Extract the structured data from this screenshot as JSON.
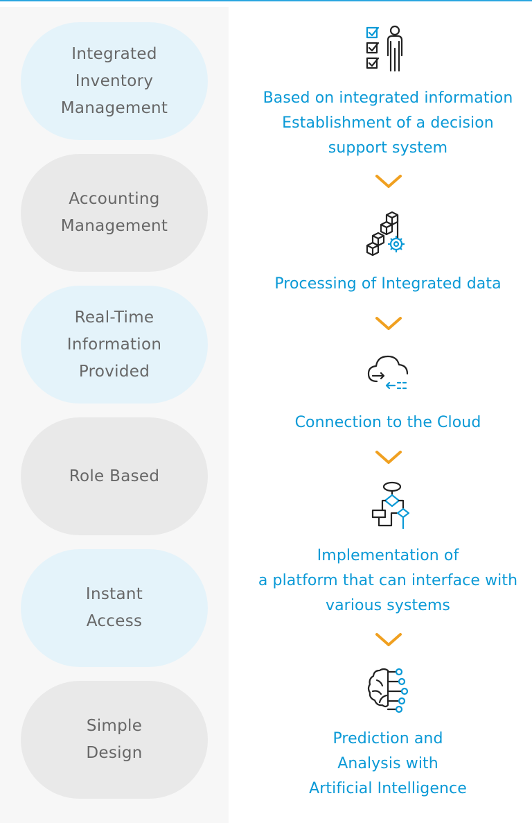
{
  "colors": {
    "accent_blue": "#0a99d6",
    "arrow_orange": "#f0a020",
    "pill_blue": "#e4f3fa",
    "pill_grey": "#e9e9e9",
    "pill_text": "#676767"
  },
  "features": [
    {
      "label": "Integrated\nInventory\nManagement",
      "tone": "blue"
    },
    {
      "label": "Accounting\nManagement",
      "tone": "grey"
    },
    {
      "label": "Real-Time\nInformation\nProvided",
      "tone": "blue"
    },
    {
      "label": "Role Based",
      "tone": "grey"
    },
    {
      "label": "Instant\nAccess",
      "tone": "blue"
    },
    {
      "label": "Simple\nDesign",
      "tone": "grey"
    }
  ],
  "steps": [
    {
      "icon": "checklist-person-icon",
      "text": "Based on integrated information\nEstablishment of a decision\nsupport system"
    },
    {
      "icon": "blocks-gear-icon",
      "text": "Processing of Integrated data"
    },
    {
      "icon": "cloud-connection-icon",
      "text": "Connection to the Cloud"
    },
    {
      "icon": "flowchart-icon",
      "text": "Implementation of\na platform that can interface with\nvarious systems"
    },
    {
      "icon": "ai-brain-icon",
      "text": "Prediction and\nAnalysis with\nArtificial Intelligence"
    }
  ]
}
